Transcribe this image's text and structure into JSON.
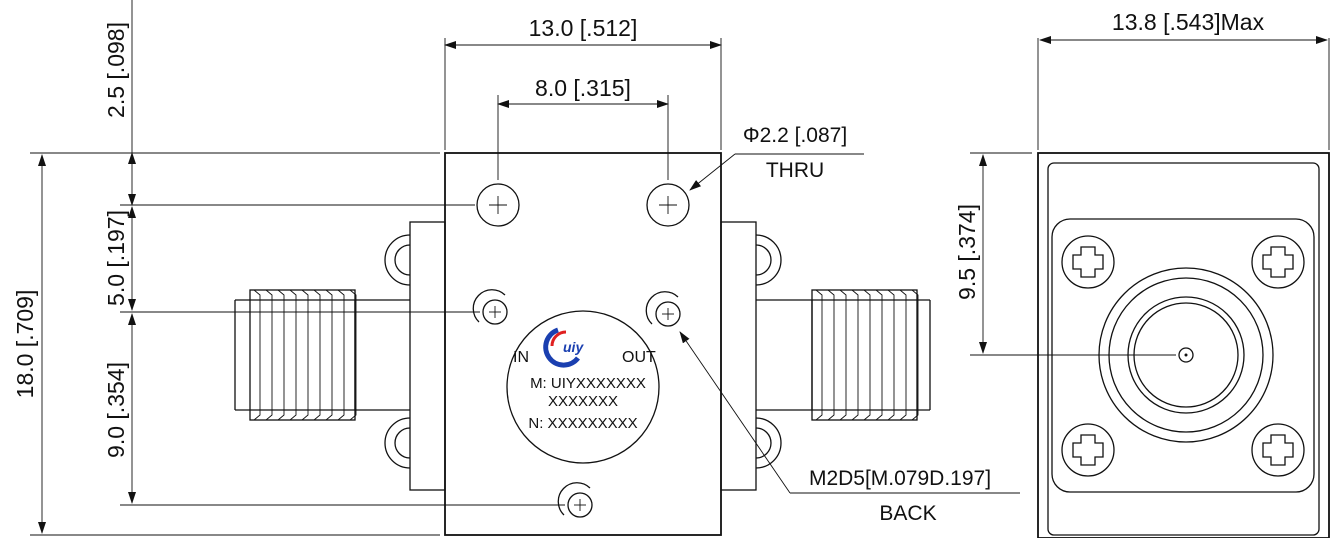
{
  "dimensions": {
    "top_width": "13.0 [.512]",
    "hole_spacing": "8.0 [.315]",
    "side_width": "13.8 [.543]Max",
    "top_offset": "2.5 [.098]",
    "height": "18.0 [.709]",
    "hole_pitch_1": "5.0 [.197]",
    "hole_pitch_2": "9.0 [.354]",
    "center_height": "9.5 [.374]"
  },
  "callouts": {
    "thru_hole_diameter": "Φ2.2 [.087]",
    "thru_hole_note": "THRU",
    "back_thread": "M2D5[M.079D.197]",
    "back_note": "BACK"
  },
  "label": {
    "port_in": "IN",
    "port_out": "OUT",
    "model_line": "M: UIYXXXXXXX",
    "model_line2": "XXXXXXX",
    "serial_line": "N: XXXXXXXXX"
  },
  "colors": {
    "line": "#111111",
    "logo_blue": "#1a3fb0",
    "logo_red": "#e02020"
  }
}
